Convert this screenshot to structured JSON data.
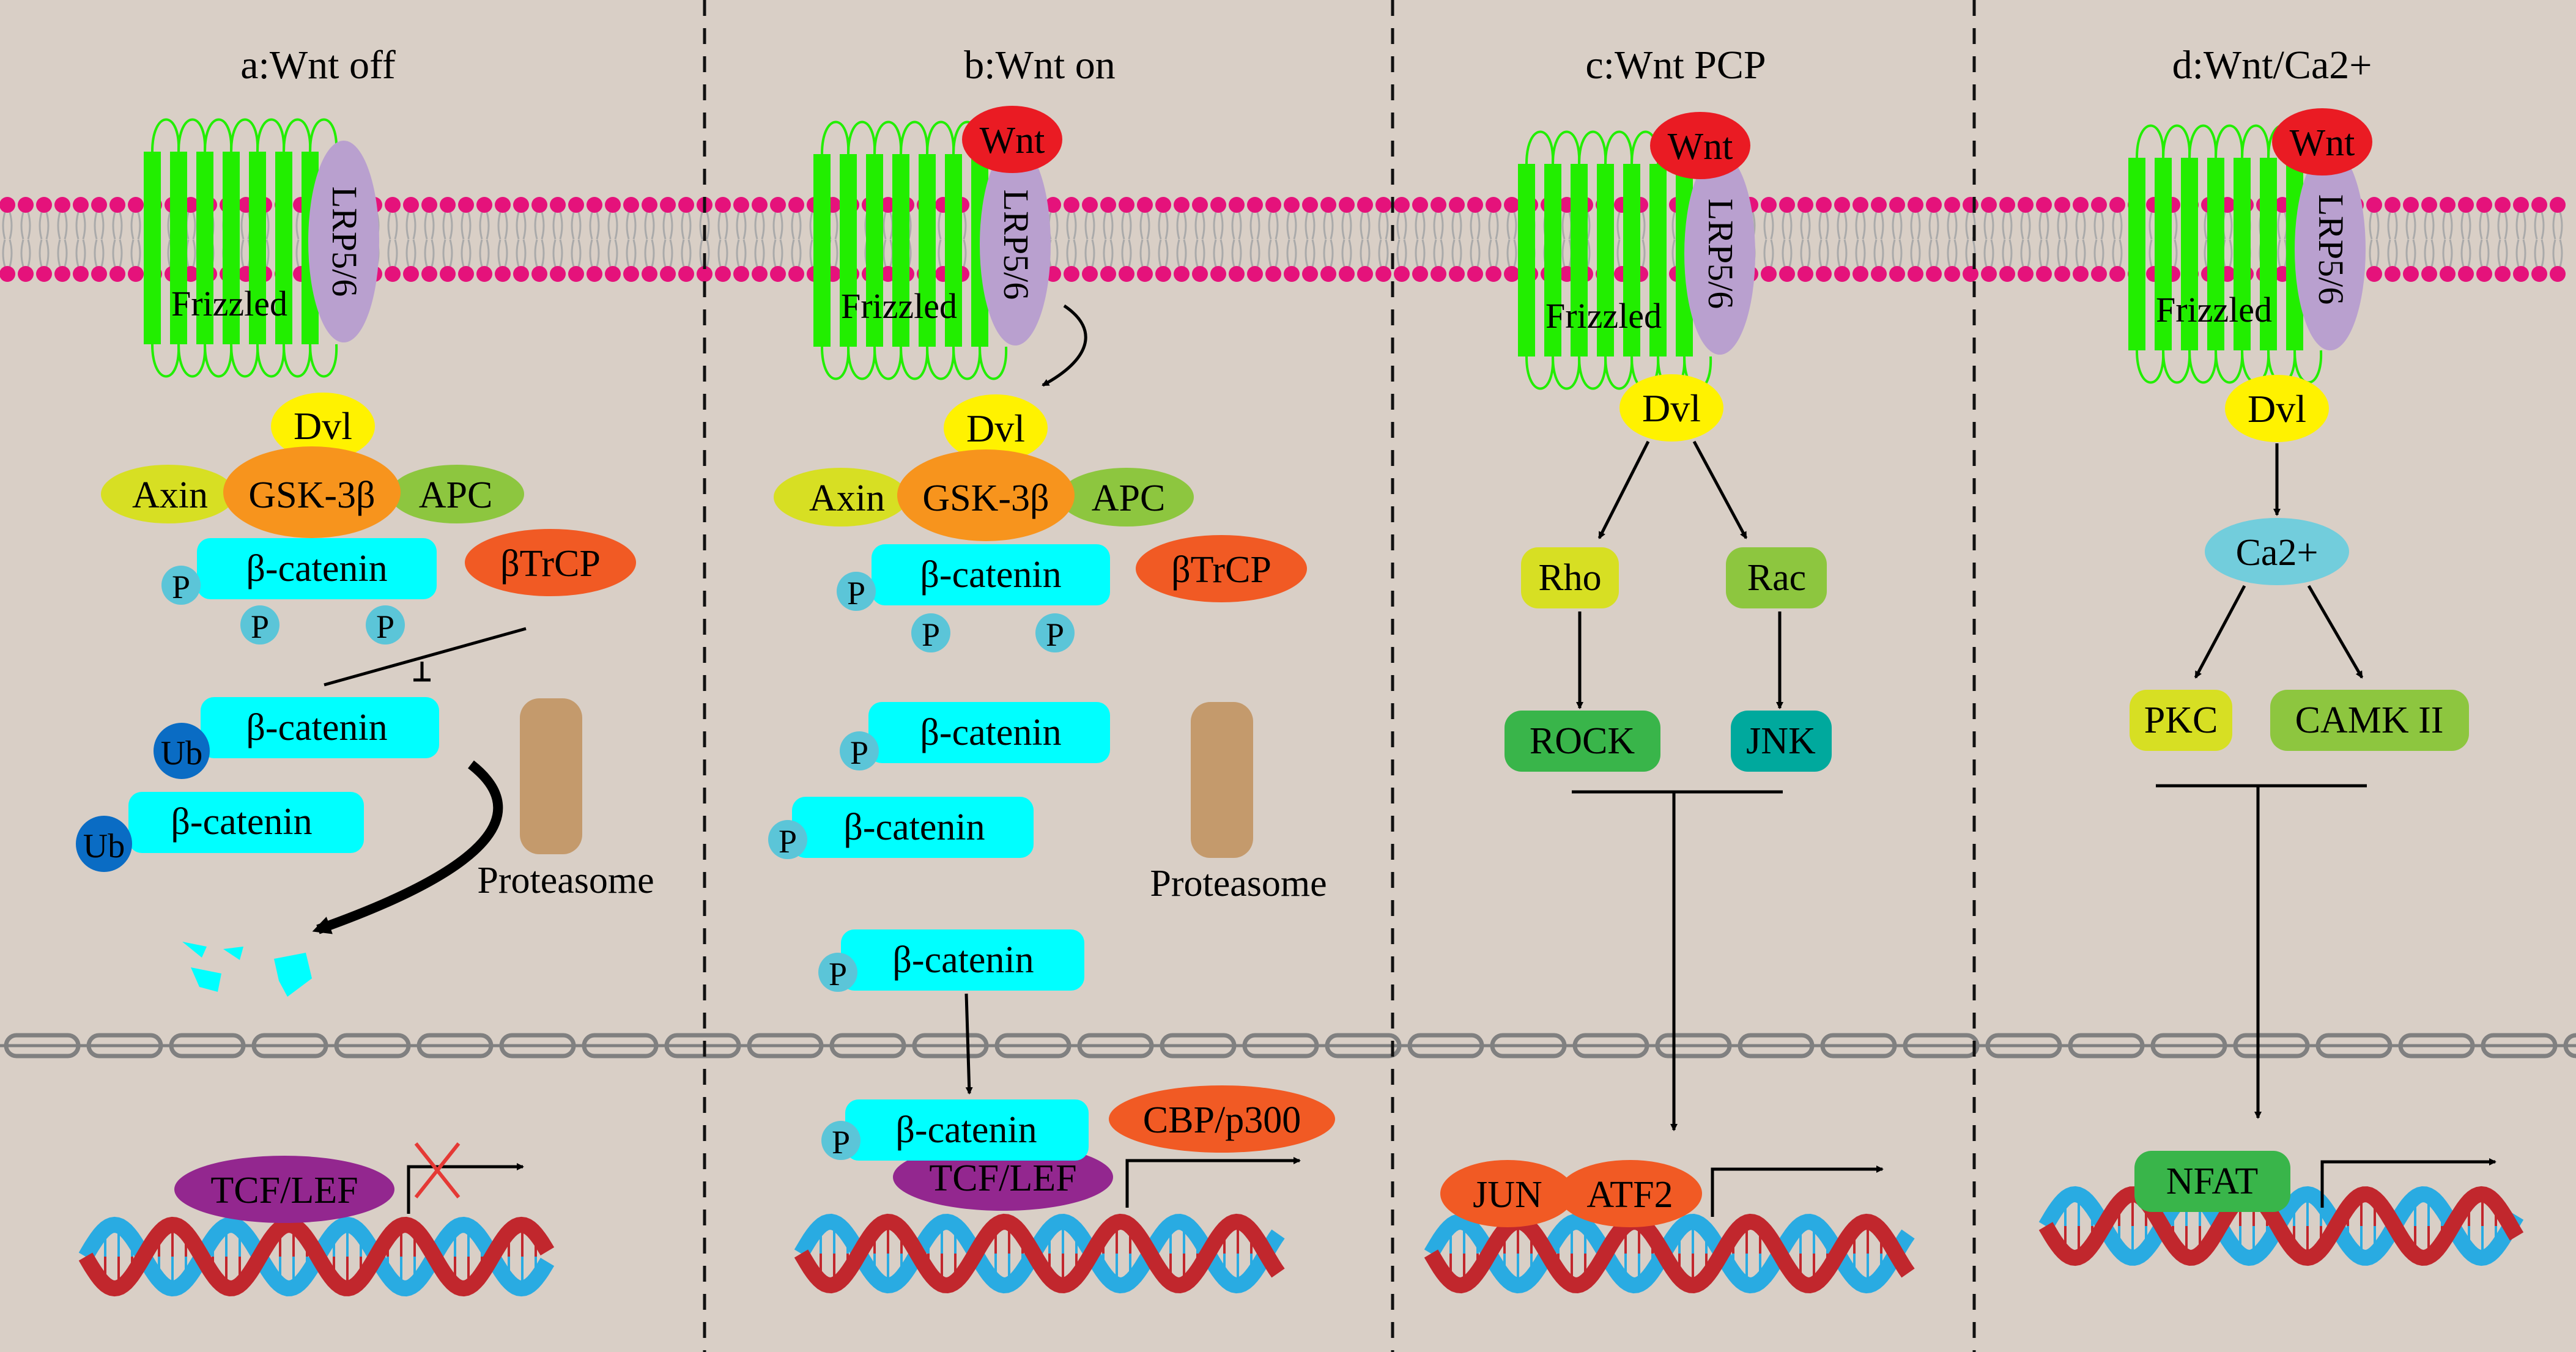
{
  "colors": {
    "background": "#d9cfc6",
    "lipid": "#e5127b",
    "frizzled": "#22ee00",
    "lrp": "#b9a0cf",
    "wnt": "#ea1b23",
    "dvl": "#fff200",
    "gsk": "#f7941d",
    "axin": "#d7df23",
    "apc": "#8dc63f",
    "catenin": "#00ffff",
    "phospho": "#5bc5d8",
    "ubiquitin": "#0a6cc4",
    "btrcp": "#f15a24",
    "proteasome": "#c49a6c",
    "tcf": "#93278f",
    "cbp": "#f15a24",
    "rho": "#d7df23",
    "rac": "#8dc63f",
    "rock": "#39b54a",
    "jnk": "#00a99d",
    "ca": "#72cddc",
    "pkc": "#d7df23",
    "camk": "#8dc63f",
    "nfat": "#39b54a",
    "jun": "#f15a24",
    "dna_red": "#c1272d",
    "dna_blue": "#29abe2",
    "nuclear": "#808080",
    "block_x": "#e53935"
  },
  "panels": [
    {
      "id": "a",
      "title": "a:Wnt off",
      "receptor": {
        "frizzled": "Frizzled",
        "lrp": "LRP5/6"
      },
      "complex": {
        "dvl": "Dvl",
        "axin": "Axin",
        "gsk": "GSK-3β",
        "apc": "APC",
        "catenin": "β-catenin",
        "p": "P"
      },
      "btrcp": "βTrCP",
      "ub_catenins": [
        {
          "label": "β-catenin",
          "tag": "Ub"
        },
        {
          "label": "β-catenin",
          "tag": "Ub"
        }
      ],
      "proteasome": "Proteasome",
      "tf": "TCF/LEF"
    },
    {
      "id": "b",
      "title": "b:Wnt on",
      "wnt": "Wnt",
      "receptor": {
        "frizzled": "Frizzled",
        "lrp": "LRP5/6"
      },
      "complex": {
        "dvl": "Dvl",
        "axin": "Axin",
        "gsk": "GSK-3β",
        "apc": "APC",
        "catenin": "β-catenin",
        "p": "P"
      },
      "btrcp": "βTrCP",
      "free_catenins": [
        {
          "label": "β-catenin",
          "tag": "P"
        },
        {
          "label": "β-catenin",
          "tag": "P"
        }
      ],
      "proteasome": "Proteasome",
      "nuclear_catenin": {
        "label": "β-catenin",
        "tag": "P"
      },
      "tf_catenin": {
        "label": "β-catenin",
        "tag": "P"
      },
      "tf": "TCF/LEF",
      "coactivator": "CBP/p300"
    },
    {
      "id": "c",
      "title": "c:Wnt PCP",
      "wnt": "Wnt",
      "receptor": {
        "frizzled": "Frizzled",
        "lrp": "LRP5/6"
      },
      "dvl": "Dvl",
      "left_branch": {
        "gtpase": "Rho",
        "kinase": "ROCK"
      },
      "right_branch": {
        "gtpase": "Rac",
        "kinase": "JNK"
      },
      "tf": [
        "JUN",
        "ATF2"
      ]
    },
    {
      "id": "d",
      "title": "d:Wnt/Ca2+",
      "wnt": "Wnt",
      "receptor": {
        "frizzled": "Frizzled",
        "lrp": "LRP5/6"
      },
      "dvl": "Dvl",
      "messenger": "Ca2+",
      "left_kinase": "PKC",
      "right_kinase": "CAMK II",
      "tf": "NFAT"
    }
  ]
}
